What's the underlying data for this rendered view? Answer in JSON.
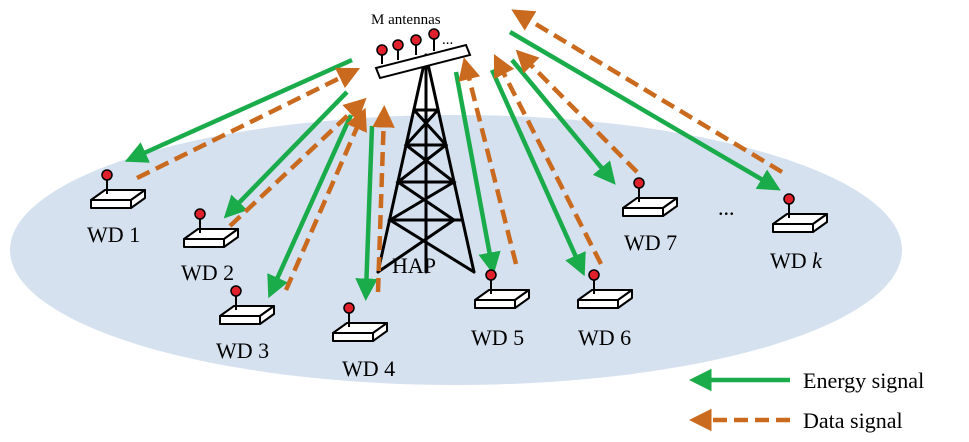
{
  "hap": {
    "label": "HAP",
    "antenna_label": "M antennas",
    "antenna_ellipsis": "..."
  },
  "devices": [
    {
      "label": "WD 1"
    },
    {
      "label": "WD 2"
    },
    {
      "label": "WD 3"
    },
    {
      "label": "WD 4"
    },
    {
      "label": "WD 5"
    },
    {
      "label": "WD 6"
    },
    {
      "label": "WD 7"
    },
    {
      "label": "WD ",
      "label_italic": "k"
    }
  ],
  "ellipsis": "...",
  "legend": {
    "energy": "Energy signal",
    "data": "Data signal"
  },
  "colors": {
    "energy": "#1aab4b",
    "data": "#c96a1f",
    "coverage": "#d6e1f0",
    "antenna_tip": "#e0202a"
  }
}
